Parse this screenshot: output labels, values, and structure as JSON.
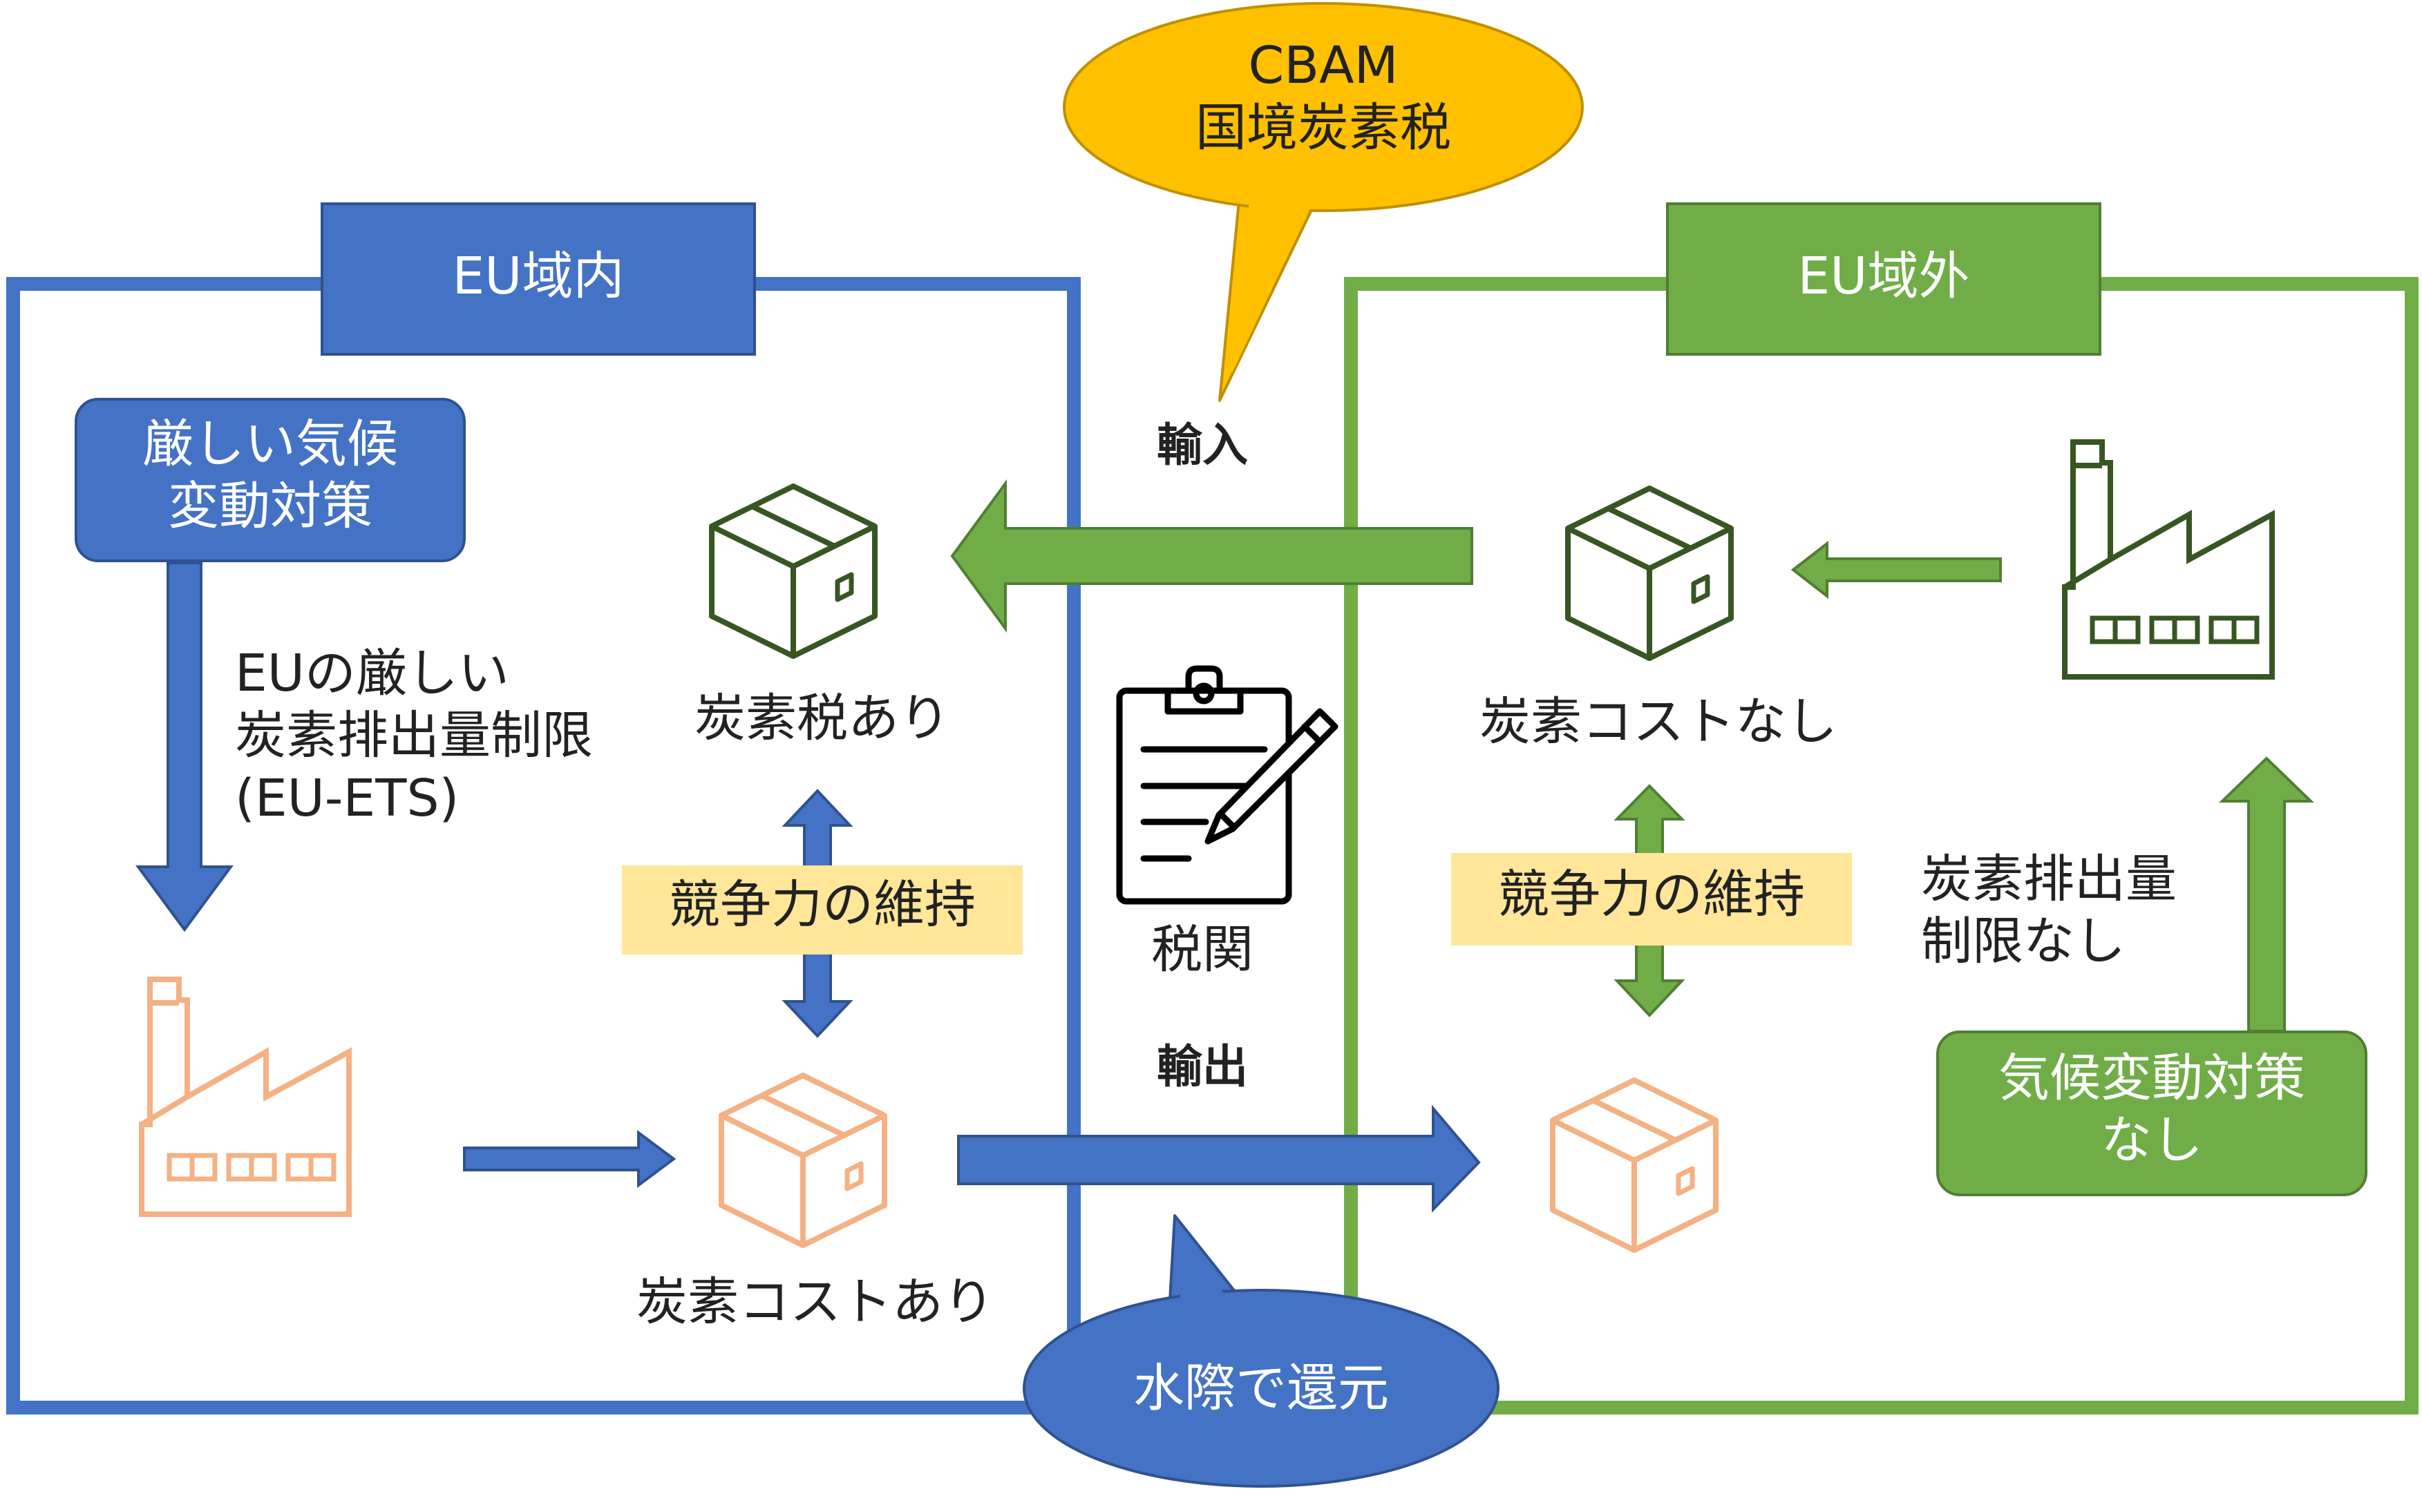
{
  "cbam": {
    "line1": "CBAM",
    "line2": "国境炭素税"
  },
  "eu_inside": {
    "title": "EU域内"
  },
  "eu_outside": {
    "title": "EU域外"
  },
  "strict_policy": {
    "line1": "厳しい気候",
    "line2": "変動対策"
  },
  "eu_limit": {
    "line1": "EUの厳しい",
    "line2": "炭素排出量制限",
    "line3": "(EU-ETS)"
  },
  "import_label": "輸入",
  "export_label": "輸出",
  "carbon_tax_yes": "炭素税あり",
  "carbon_cost_yes": "炭素コストあり",
  "carbon_cost_no": "炭素コストなし",
  "competitiveness_left": "競争力の維持",
  "competitiveness_right": "競争力の維持",
  "customs": "税関",
  "no_limit": {
    "line1": "炭素排出量",
    "line2": "制限なし"
  },
  "no_policy": {
    "line1": "気候変動対策",
    "line2": "なし"
  },
  "rebate": "水際で還元",
  "colors": {
    "blue": "#4472C4",
    "blue_dark": "#2F528F",
    "green": "#70AD47",
    "green_dark": "#507E32",
    "dark_green_icon": "#375623",
    "orange_icon": "#F4B183",
    "yellow_callout": "#FFC000",
    "yellow_highlight": "#FFE699"
  }
}
